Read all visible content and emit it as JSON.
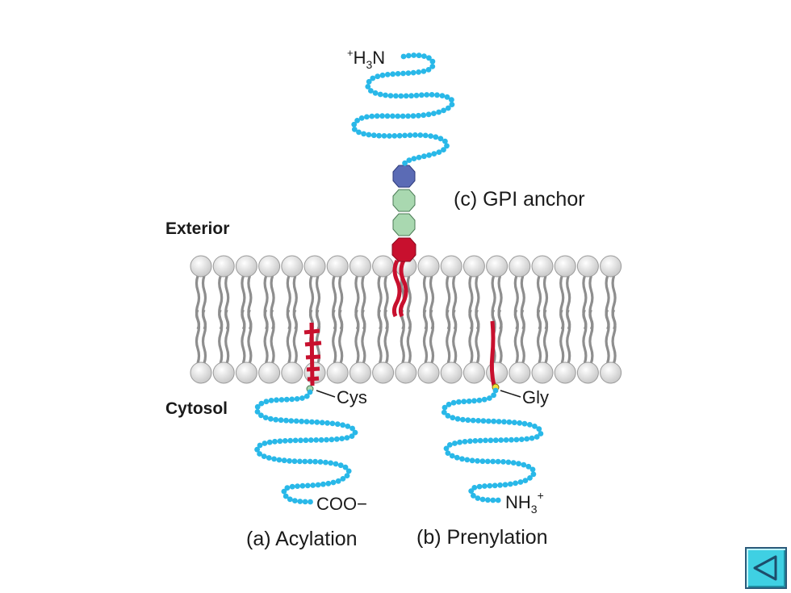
{
  "labels": {
    "exterior": "Exterior",
    "cytosol": "Cytosol"
  },
  "gpi": {
    "caption": "(c) GPI anchor",
    "n_terminus_sup": "+",
    "n_terminus_base": "H",
    "n_terminus_sub": "3",
    "n_terminus_tail": "N"
  },
  "acylation": {
    "caption": "(a) Acylation",
    "residue": "Cys",
    "terminus": "COO−"
  },
  "prenylation": {
    "caption": "(b) Prenylation",
    "residue": "Gly",
    "terminus_base": "NH",
    "terminus_sub": "3",
    "terminus_sup": "+"
  },
  "colors": {
    "protein": "#29b8e8",
    "lipid_anchor": "#c8102e",
    "sugar_green": "#a9d8b0",
    "sugar_blue": "#5b6bb5",
    "headgroup": "#dcdcdc",
    "tail": "#9a9a9a",
    "nav_button": "#3fd0e3"
  },
  "navigation": {
    "back_icon": "back-triangle-icon"
  }
}
